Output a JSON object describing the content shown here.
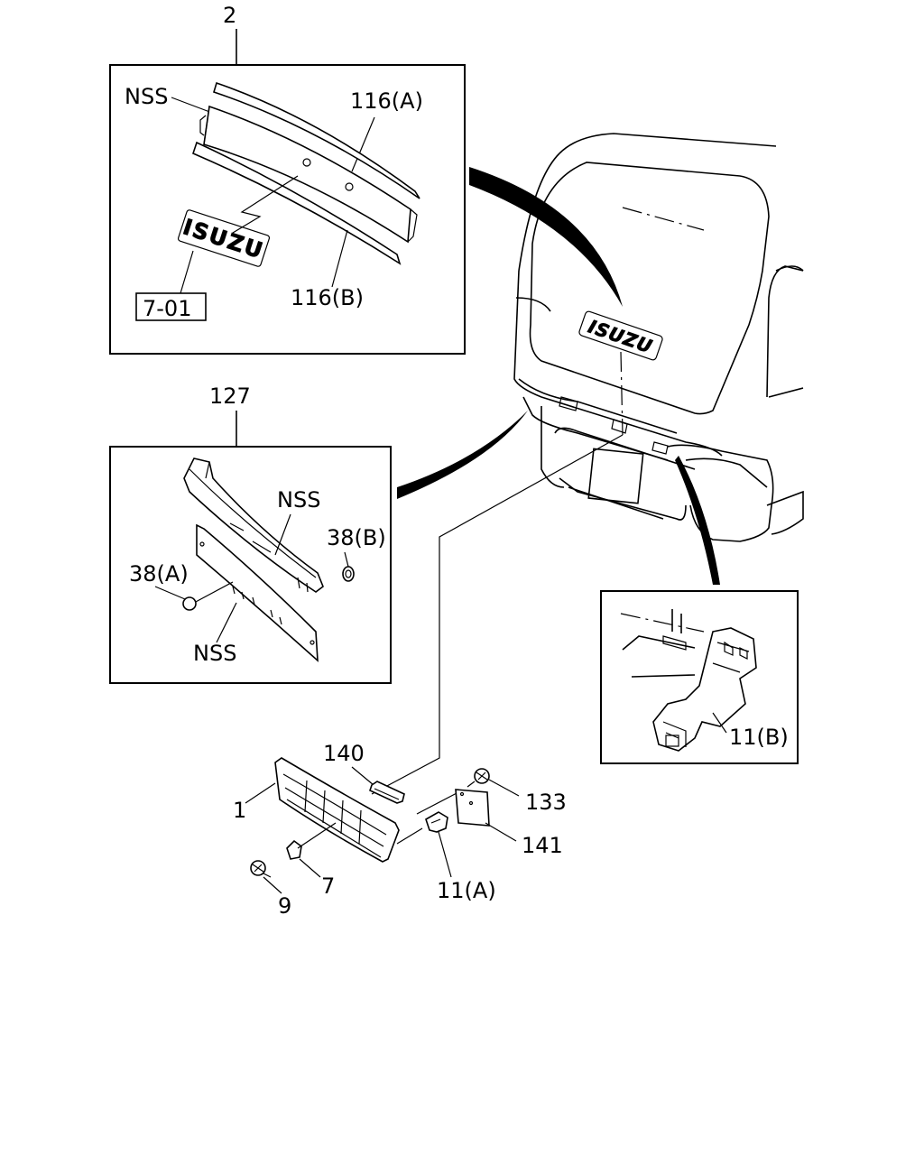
{
  "callouts": {
    "c2": "2",
    "nss_top": "NSS",
    "c116a": "116(A)",
    "c116b": "116(B)",
    "ref701": "7-01",
    "emblem_text": "ISUZU",
    "c127": "127",
    "nss_upper": "NSS",
    "c38b": "38(B)",
    "c38a": "38(A)",
    "nss_lower": "NSS",
    "c11b": "11(B)",
    "c140": "140",
    "c1": "1",
    "c133": "133",
    "c141": "141",
    "c7": "7",
    "c9": "9",
    "c11a": "11(A)"
  }
}
